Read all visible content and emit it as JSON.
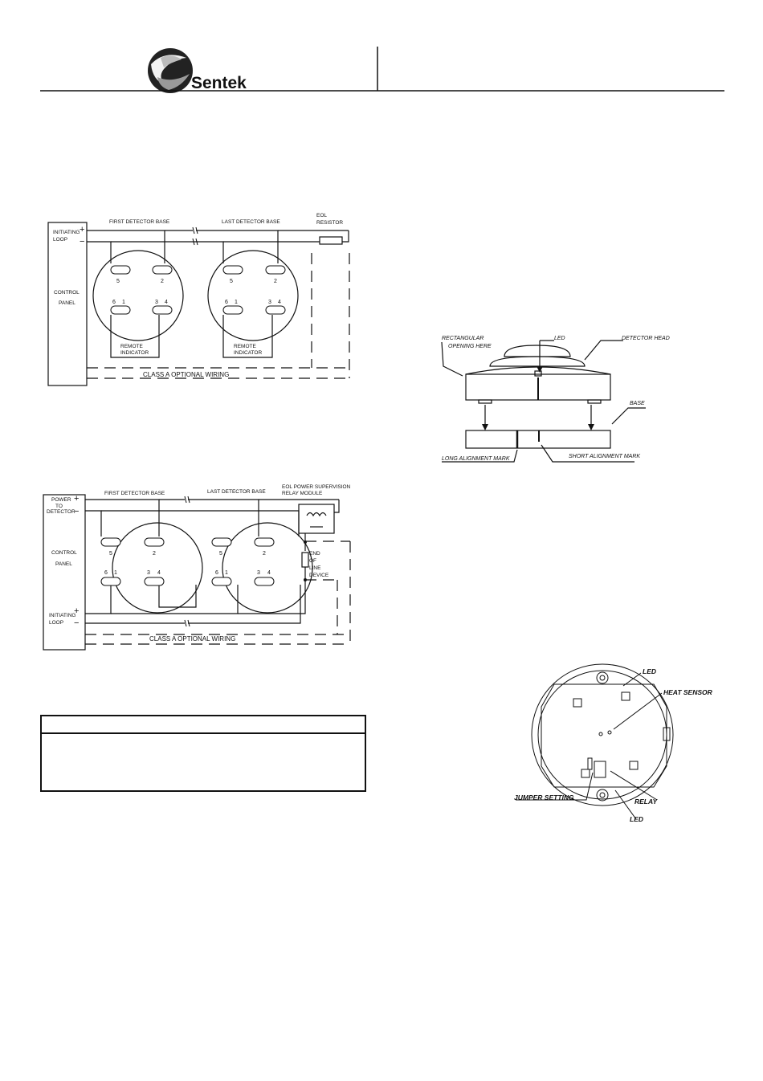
{
  "header": {
    "brand": "Sentek"
  },
  "diagram1": {
    "labels": {
      "first_base": "FIRST DETECTOR BASE",
      "last_base": "LAST DETECTOR BASE",
      "eol_resistor_1": "EOL",
      "eol_resistor_2": "RESISTOR",
      "initiating_loop_1": "INITIATING",
      "initiating_loop_2": "LOOP",
      "control_panel_1": "CONTROL",
      "control_panel_2": "PANEL",
      "remote_indicator_1": "REMOTE",
      "remote_indicator_2": "INDICATOR",
      "class_a": "CLASS A OPTIONAL WIRING",
      "plus": "+",
      "minus": "−"
    },
    "terminals": {
      "t5": "5",
      "t2": "2",
      "t6": "6",
      "t1": "1",
      "t3": "3",
      "t4": "4"
    }
  },
  "diagram2": {
    "labels": {
      "first_base": "FIRST DETECTOR BASE",
      "last_base": "LAST DETECTOR BASE",
      "relay_1": "EOL POWER SUPERVISION",
      "relay_2": "RELAY MODULE",
      "power_1": "POWER",
      "power_2": "TO",
      "power_3": "DETECTOR",
      "control_panel_1": "CONTROL",
      "control_panel_2": "PANEL",
      "initiating_loop_1": "INITIATING",
      "initiating_loop_2": "LOOP",
      "eol_1": "END",
      "eol_2": "OF",
      "eol_3": "LINE",
      "eol_4": "DEVICE",
      "class_a": "CLASS A OPTIONAL WIRING",
      "plus": "+",
      "minus": "−"
    }
  },
  "diagram3": {
    "labels": {
      "rect_opening_1": "RECTANGULAR",
      "rect_opening_2": "OPENING HERE",
      "led": "LED",
      "detector_head": "DETECTOR HEAD",
      "base": "BASE",
      "long_mark": "LONG ALIGNMENT MARK",
      "short_mark": "SHORT ALIGNMENT MARK"
    }
  },
  "diagram4": {
    "labels": {
      "led_top": "LED",
      "heat_sensor": "HEAT SENSOR",
      "jumper": "JUMPER SETTING",
      "relay": "RELAY",
      "led_bottom": "LED"
    }
  },
  "colors": {
    "ink": "#111111",
    "paper": "#ffffff"
  }
}
